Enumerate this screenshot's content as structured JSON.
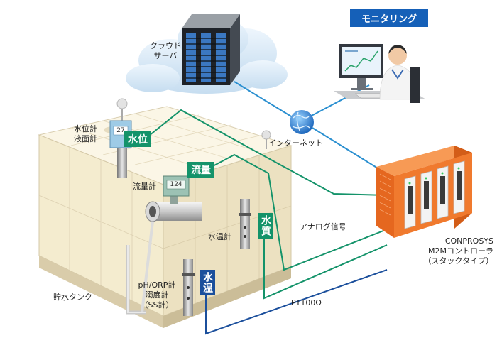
{
  "banner": {
    "monitoring": "モニタリング"
  },
  "labels": {
    "cloud_line1": "クラウド",
    "cloud_line2": "サーバ",
    "internet": "インターネット",
    "water_level_line1": "水位計",
    "water_level_line2": "液面計",
    "flow_meter": "流量計",
    "water_temp_meter": "水温計",
    "ph_line1": "pH/ORP計",
    "ph_line2": "濁度計",
    "ph_line3": "（SS計）",
    "tank": "貯水タンク",
    "analog": "アナログ信号",
    "pt100": "PT100Ω",
    "controller_line1": "CONPROSYS",
    "controller_line2": "M2Mコントローラ",
    "controller_line3": "（スタックタイプ）"
  },
  "tags": {
    "water_level": "水位",
    "flow": "流量",
    "quality": "水質",
    "temp": "水温"
  },
  "displays": {
    "level_meter": "27",
    "flow_meter": "124"
  },
  "colors": {
    "network_line": "#2a8fd0",
    "analog_line": "#14936a",
    "pt100_line": "#1b4f9c",
    "controller": "#f07a2e",
    "tank": "#f6eed6",
    "banner": "#1560b8"
  }
}
